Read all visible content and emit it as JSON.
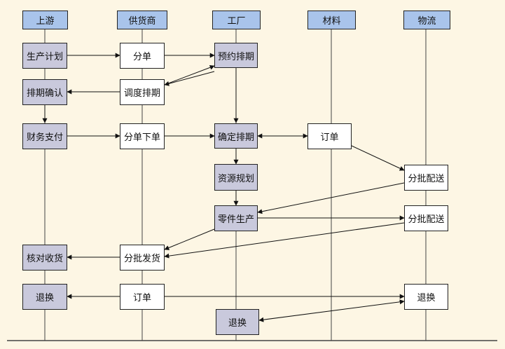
{
  "lanes": [
    {
      "id": "upstream",
      "label": "上游"
    },
    {
      "id": "supplier",
      "label": "供货商"
    },
    {
      "id": "factory",
      "label": "工厂"
    },
    {
      "id": "material",
      "label": "材料"
    },
    {
      "id": "logistics",
      "label": "物流"
    }
  ],
  "nodes": {
    "production_plan": "生产计划",
    "split_order": "分单",
    "reserve_schedule": "预约排期",
    "dispatch_schedule": "调度排期",
    "schedule_confirm": "排期确认",
    "finance_payment": "财务支付",
    "split_place_order": "分单下单",
    "confirm_schedule": "确定排期",
    "material_order": "订单",
    "batch_delivery_1": "分批配送",
    "resource_plan": "资源规划",
    "parts_production": "零件生产",
    "batch_delivery_2": "分批配送",
    "verify_receipt": "核对收货",
    "batch_shipment": "分批发货",
    "return_upstream": "退换",
    "supplier_order": "订单",
    "return_logistics": "退换",
    "return_factory": "退换"
  },
  "colors": {
    "lane_header": "#a9c4eb",
    "gray_node": "#c9c9dc",
    "white_node": "#ffffff",
    "background": "#fdf6e4"
  }
}
